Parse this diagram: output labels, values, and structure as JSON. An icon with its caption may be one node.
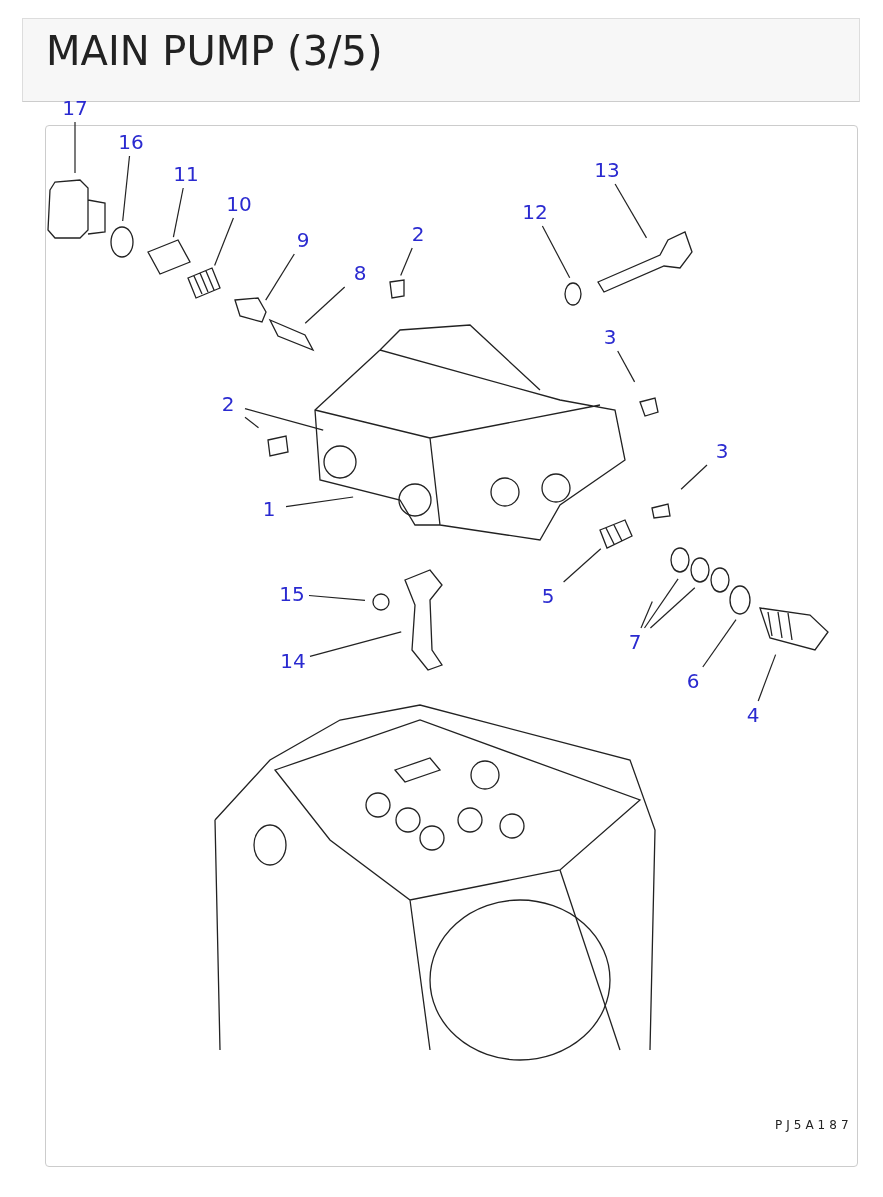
{
  "diagram": {
    "title": "MAIN PUMP (3/5)",
    "nodes": [
      {
        "text": [
          "17"
        ]
      },
      {
        "text": [
          "16"
        ]
      },
      {
        "text": [
          "11"
        ]
      },
      {
        "text": [
          "10"
        ]
      },
      {
        "text": [
          "9"
        ]
      },
      {
        "text": [
          "2"
        ]
      },
      {
        "text": [
          "8"
        ]
      },
      {
        "text": [
          "12"
        ]
      },
      {
        "text": [
          "13"
        ]
      },
      {
        "text": [
          "3"
        ]
      },
      {
        "text": [
          "2"
        ]
      },
      {
        "text": [
          "3"
        ]
      },
      {
        "text": [
          "1"
        ]
      },
      {
        "text": [
          "5"
        ]
      },
      {
        "text": [
          "15"
        ]
      },
      {
        "text": [
          "7"
        ]
      },
      {
        "text": [
          "14"
        ]
      },
      {
        "text": [
          "6"
        ]
      },
      {
        "text": [
          "4"
        ]
      }
    ],
    "edges": [
      {
        "from": 0,
        "to": null,
        "arrow": "none"
      },
      {
        "from": 1,
        "to": null,
        "arrow": "none"
      },
      {
        "from": 2,
        "to": null,
        "arrow": "none"
      },
      {
        "from": 3,
        "to": null,
        "arrow": "none"
      },
      {
        "from": 4,
        "to": null,
        "arrow": "none"
      },
      {
        "from": 5,
        "to": null,
        "arrow": "none"
      },
      {
        "from": 6,
        "to": null,
        "arrow": "none"
      },
      {
        "from": 7,
        "to": null,
        "arrow": "none"
      },
      {
        "from": 8,
        "to": null,
        "arrow": "none"
      },
      {
        "from": 9,
        "to": null,
        "arrow": "none"
      },
      {
        "from": 10,
        "to": null,
        "arrow": "none"
      },
      {
        "from": 10,
        "to": null,
        "arrow": "none"
      },
      {
        "from": 11,
        "to": null,
        "arrow": "none"
      },
      {
        "from": 12,
        "to": null,
        "arrow": "none"
      },
      {
        "from": 13,
        "to": null,
        "arrow": "none"
      },
      {
        "from": 14,
        "to": null,
        "arrow": "none"
      },
      {
        "from": 15,
        "to": null,
        "arrow": "none"
      },
      {
        "from": 15,
        "to": null,
        "arrow": "none"
      },
      {
        "from": 15,
        "to": null,
        "arrow": "none"
      },
      {
        "from": 16,
        "to": null,
        "arrow": "none"
      },
      {
        "from": 17,
        "to": null,
        "arrow": "none"
      },
      {
        "from": 18,
        "to": null,
        "arrow": "none"
      }
    ],
    "labels": [
      "PJ5A187"
    ]
  }
}
